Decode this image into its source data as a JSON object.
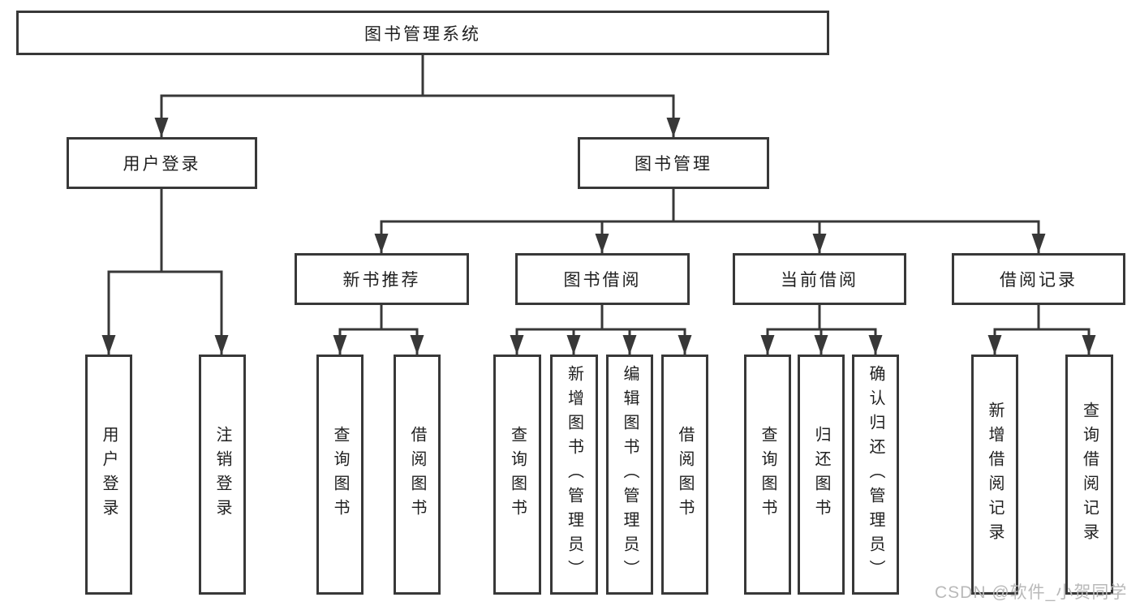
{
  "diagram": {
    "type": "hierarchy-tree",
    "line_color": "#383838",
    "box_border_color": "#383838",
    "text_color": "#1f1f1f",
    "background_color": "#ffffff"
  },
  "tree": {
    "label": "图书管理系统",
    "children": [
      {
        "label": "用户登录",
        "children": [
          {
            "label": "用户登录"
          },
          {
            "label": "注销登录"
          }
        ]
      },
      {
        "label": "图书管理",
        "children": [
          {
            "label": "新书推荐",
            "children": [
              {
                "label": "查询图书"
              },
              {
                "label": "借阅图书"
              }
            ]
          },
          {
            "label": "图书借阅",
            "children": [
              {
                "label": "查询图书"
              },
              {
                "label": "新增图书（管理员）"
              },
              {
                "label": "编辑图书（管理员）"
              },
              {
                "label": "借阅图书"
              }
            ]
          },
          {
            "label": "当前借阅",
            "children": [
              {
                "label": "查询图书"
              },
              {
                "label": "归还图书"
              },
              {
                "label": "确认归还（管理员）"
              }
            ]
          },
          {
            "label": "借阅记录",
            "children": [
              {
                "label": "新增借阅记录"
              },
              {
                "label": "查询借阅记录"
              }
            ]
          }
        ]
      }
    ]
  },
  "watermark": {
    "text": "CSDN @软件_小贺同学",
    "color": "#b9b9b9"
  }
}
